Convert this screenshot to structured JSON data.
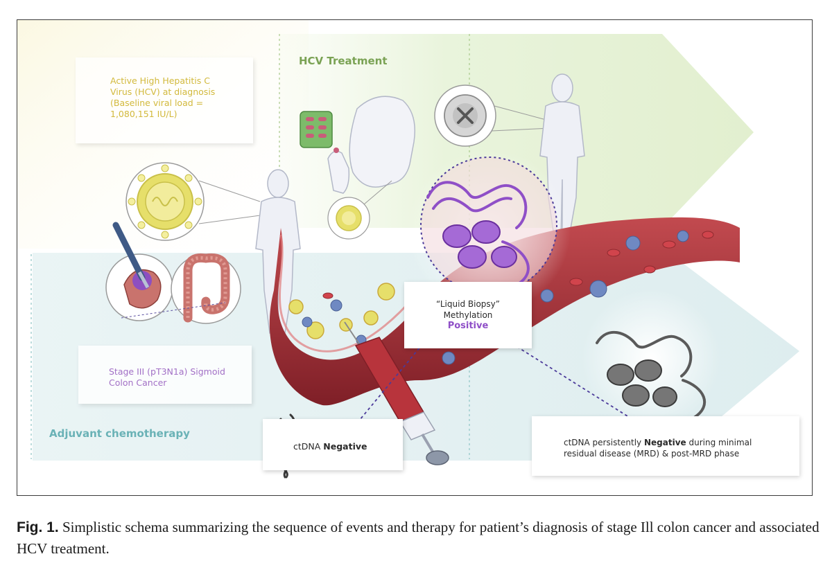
{
  "diagram": {
    "hcv_treatment_heading": "HCV Treatment",
    "adjuvant_heading": "Adjuvant chemotherapy",
    "hcv_diagnosis_box": {
      "line1": "Active High Hepatitis C",
      "line2": "Virus (HCV) at diagnosis",
      "line3": "(Baseline viral load =",
      "line4": "1,080,151 IU/L)"
    },
    "stage_box": {
      "line1": "Stage III (pT3N1a) Sigmoid",
      "line2": "Colon Cancer"
    },
    "liquid_biopsy_box": {
      "line1": "“Liquid Biopsy”",
      "line2": "Methylation",
      "result": "Positive"
    },
    "ctdna_negative_box": {
      "prefix": "ctDNA ",
      "emphasis": "Negative"
    },
    "mrd_box": {
      "prefix": "ctDNA persistently ",
      "emphasis": "Negative",
      "suffix": " during minimal",
      "line2": "residual disease (MRD) & post-MRD phase"
    },
    "colors": {
      "hcv_green": "#7aa254",
      "adjuvant_teal": "#6ab2b6",
      "virus_yellow": "#e6df6a",
      "cancer_purple": "#a270c6",
      "dna_purple": "#8f4fc7",
      "vessel_red": "#a8323a",
      "dashed_arrow": "#4b3a9a"
    },
    "icons": [
      "virus-icon",
      "human-figure-icon",
      "pill-pack-icon",
      "colon-icon",
      "scalpel-icon",
      "syringe-icon",
      "dna-helix-icon",
      "blood-vessel-icon"
    ]
  },
  "caption": {
    "label": "Fig. 1.",
    "text": " Simplistic schema summarizing the sequence of events and therapy for patient’s diagnosis of stage Ill colon cancer and associated HCV treatment."
  }
}
